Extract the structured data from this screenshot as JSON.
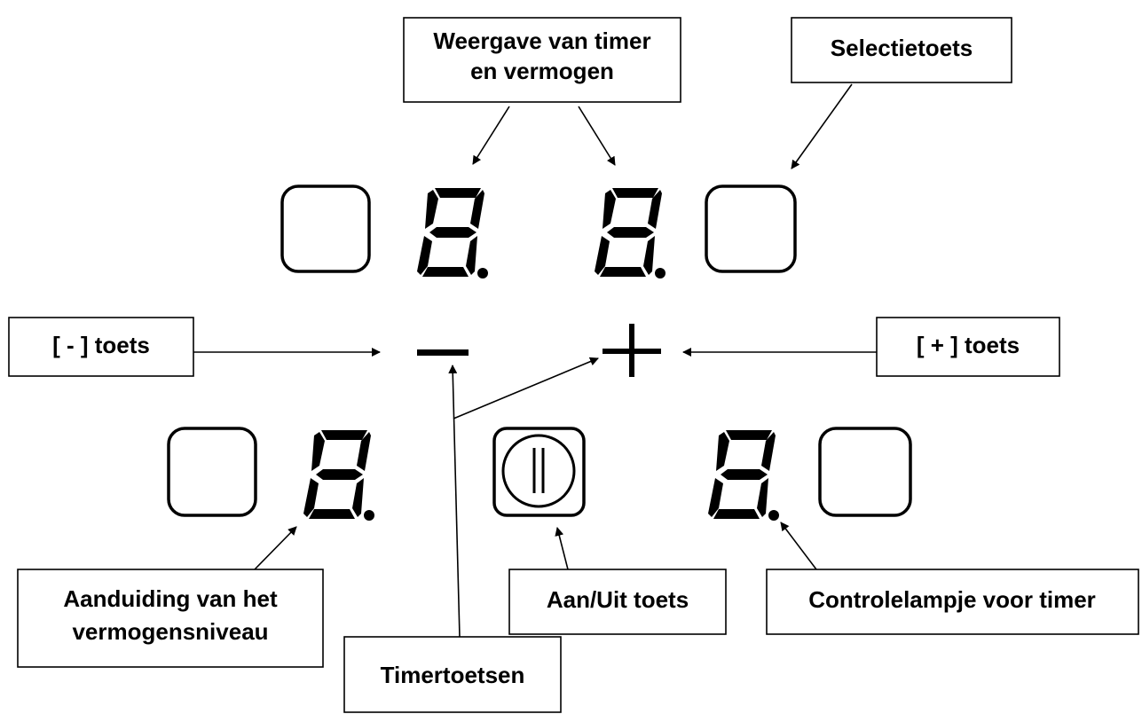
{
  "labels": {
    "display_line1": "Weergave van timer",
    "display_line2": "en vermogen",
    "selection_key": "Selectietoets",
    "minus_key": "[ - ] toets",
    "plus_key": "[ + ] toets",
    "power_level_line1": "Aanduiding van het",
    "power_level_line2": "vermogensniveau",
    "onoff_key": "Aan/Uit toets",
    "timer_lamp": "Controlelampje voor timer",
    "timer_keys": "Timertoetsen"
  },
  "icons": {
    "power": "power-symbol-icon",
    "minus": "minus-icon",
    "plus": "plus-icon",
    "digit": "seven-segment-digit-8-icon"
  }
}
